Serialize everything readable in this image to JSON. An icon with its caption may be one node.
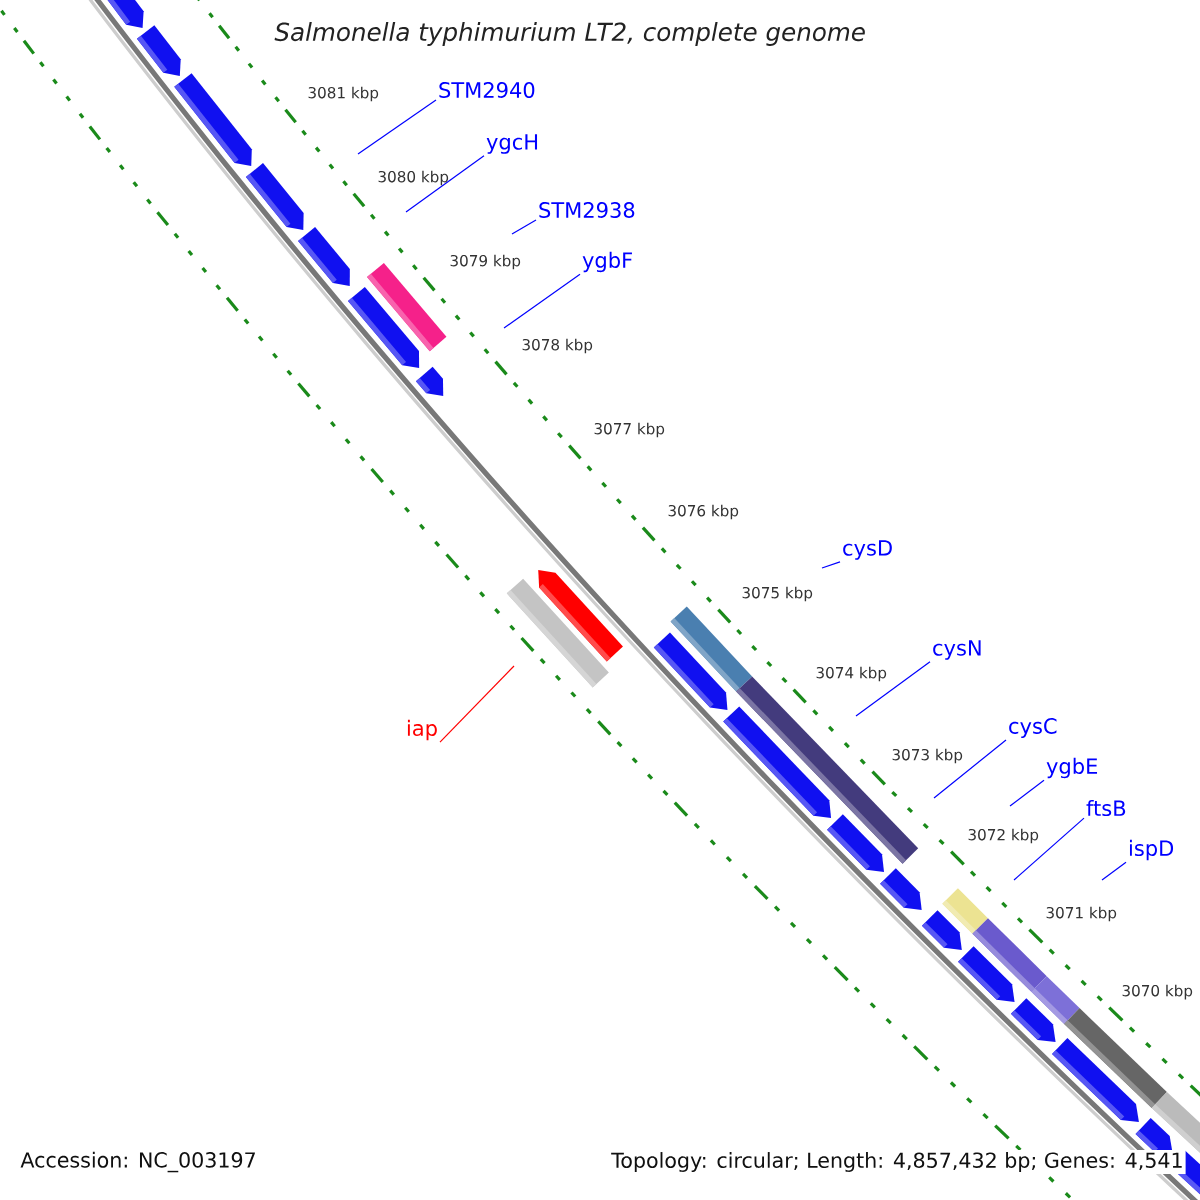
{
  "diagram": {
    "title": "Salmonella typhimurium LT2, complete genome",
    "nodes": [
      {
        "text": [
          "STM2940"
        ]
      },
      {
        "text": [
          "ygcH"
        ]
      },
      {
        "text": [
          "STM2938"
        ]
      },
      {
        "text": [
          "ygbF"
        ]
      },
      {
        "text": [
          "cysD"
        ]
      },
      {
        "text": [
          "cysN"
        ]
      },
      {
        "text": [
          "cysC"
        ]
      },
      {
        "text": [
          "ygbE"
        ]
      },
      {
        "text": [
          "ftsB"
        ]
      },
      {
        "text": [
          "ispD"
        ]
      },
      {
        "text": [
          "iap"
        ]
      }
    ],
    "edges": [
      {
        "from": 0,
        "to": null,
        "arrow": "none"
      },
      {
        "from": 1,
        "to": null,
        "arrow": "none"
      },
      {
        "from": 2,
        "to": null,
        "arrow": "none"
      },
      {
        "from": 3,
        "to": null,
        "arrow": "none"
      },
      {
        "from": 4,
        "to": null,
        "arrow": "none"
      },
      {
        "from": 5,
        "to": null,
        "arrow": "none"
      },
      {
        "from": 6,
        "to": null,
        "arrow": "none"
      },
      {
        "from": 7,
        "to": null,
        "arrow": "none"
      },
      {
        "from": 8,
        "to": null,
        "arrow": "none"
      },
      {
        "from": 9,
        "to": null,
        "arrow": "none"
      },
      {
        "from": 10,
        "to": null,
        "arrow": "none",
        "color": "#ff0000"
      }
    ],
    "labels": [
      "3081 kbp",
      "3080 kbp",
      "3079 kbp",
      "3078 kbp",
      "3077 kbp",
      "3076 kbp",
      "3075 kbp",
      "3074 kbp",
      "3073 kbp",
      "3072 kbp",
      "3071 kbp",
      "3070 kbp",
      "Accession: NC_003197",
      "Topology: circular; Length: 4,857,432 bp; Genes: 4,541"
    ]
  }
}
